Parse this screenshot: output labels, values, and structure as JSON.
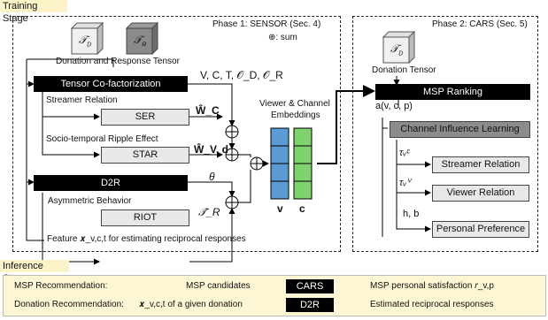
{
  "training": {
    "stage_label": "Training Stage",
    "phase1": {
      "title": "Phase 1: SENSOR (Sec. 4)",
      "sum_legend": "⊕: sum",
      "tensor_donation": "𝒯",
      "tensor_donation_sub": "D",
      "tensor_response": "𝒯",
      "tensor_response_sub": "R",
      "tensor_caption": "Donation  and Response Tensor",
      "outputs": "V, C, T, 𝒪_D, 𝒪_R",
      "cofactor": "Tensor Co-factorization",
      "streamer_relation": "Streamer Relation",
      "ser": "SER",
      "ser_out": "Ŵ_C",
      "ripple": "Socio-temporal Ripple Effect",
      "star": "STAR",
      "star_out": "Ŵ_V, d",
      "d2r": "D2R",
      "theta": "θ",
      "asym": "Asymmetric Behavior",
      "riot": "RIOT",
      "riot_out": "𝒯̂_R",
      "feature": "Feature 𝒙_v,c,t  for estimating reciprocal responses",
      "embed_title_1": "Viewer & Channel",
      "embed_title_2": "Embeddings",
      "embed_v": "v",
      "embed_c": "c"
    },
    "phase2": {
      "title": "Phase 2: CARS (Sec. 5)",
      "tensor_label": "𝒯",
      "tensor_sub": "D",
      "tensor_caption": "Donation Tensor",
      "msp_ranking": "MSP Ranking",
      "a_func": "a(v, c, p)",
      "cil": "Channel Influence Learning",
      "tau_c": "τᵥᶜ",
      "streamer_relation": "Streamer Relation",
      "tau_v": "τᵥⱽ",
      "viewer_relation": "Viewer Relation",
      "hb": "h, b",
      "personal_pref": "Personal Preference"
    }
  },
  "inference": {
    "stage_label": "Inference Stage",
    "row1_label": "MSP Recommendation:",
    "row1_input": "MSP candidates",
    "row1_box": "CARS",
    "row1_output": "MSP personal satisfaction 𝑟_v,p",
    "row2_label": "Donation Recommendation:",
    "row2_input": "𝒙_v,c,t of a given donation",
    "row2_box": "D2R",
    "row2_output": "Estimated reciprocal responses"
  },
  "colors": {
    "viewer_embed": "#5b9bd5",
    "channel_embed": "#7ed36c",
    "stage_bg": "#fdf3c8"
  }
}
